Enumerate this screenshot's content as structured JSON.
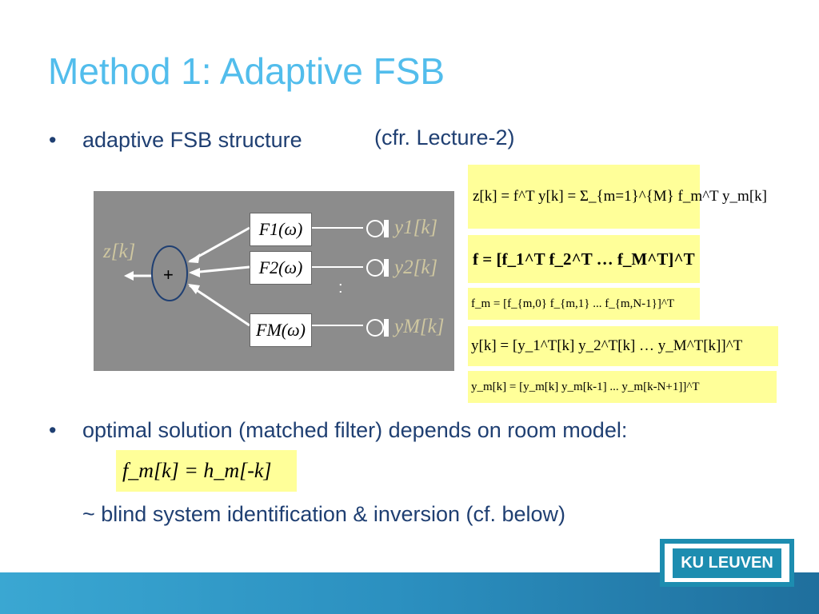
{
  "slide": {
    "title": "Method 1: Adaptive FSB",
    "bullet1": "adaptive FSB structure",
    "bullet1_ref": "(cfr. Lecture-2)",
    "bullet2": "optimal solution (matched filter) depends on room model:",
    "bullet2_sub": "~ blind system identification & inversion (cf. below)",
    "bullet_symbol": "•"
  },
  "diagram": {
    "output_label": "z[k]",
    "sum_symbol": "+",
    "filters": [
      "F1(ω)",
      "F2(ω)",
      "FM(ω)"
    ],
    "mic_signals": [
      "y1[k]",
      "y2[k]",
      "yM[k]"
    ],
    "ellipsis": ":"
  },
  "equations": {
    "eq1": "z[k] = f^T y[k] = Σ_{m=1}^{M} f_m^T y_m[k]",
    "eq2": "f = [f_1^T f_2^T … f_M^T]^T",
    "eq3": "f_m = [f_{m,0} f_{m,1} ... f_{m,N-1}]^T",
    "eq4": "y[k] = [y_1^T[k] y_2^T[k] … y_M^T[k]]^T",
    "eq5": "y_m[k] = [y_m[k] y_m[k-1] ... y_m[k-N+1]]^T",
    "eq6": "f_m[k] = h_m[-k]"
  },
  "brand": {
    "logo_text": "KU LEUVEN",
    "title_color": "#52bdec",
    "text_color": "#1f3f72",
    "highlight_color": "#ffff99",
    "logo_color": "#1d8db0"
  }
}
